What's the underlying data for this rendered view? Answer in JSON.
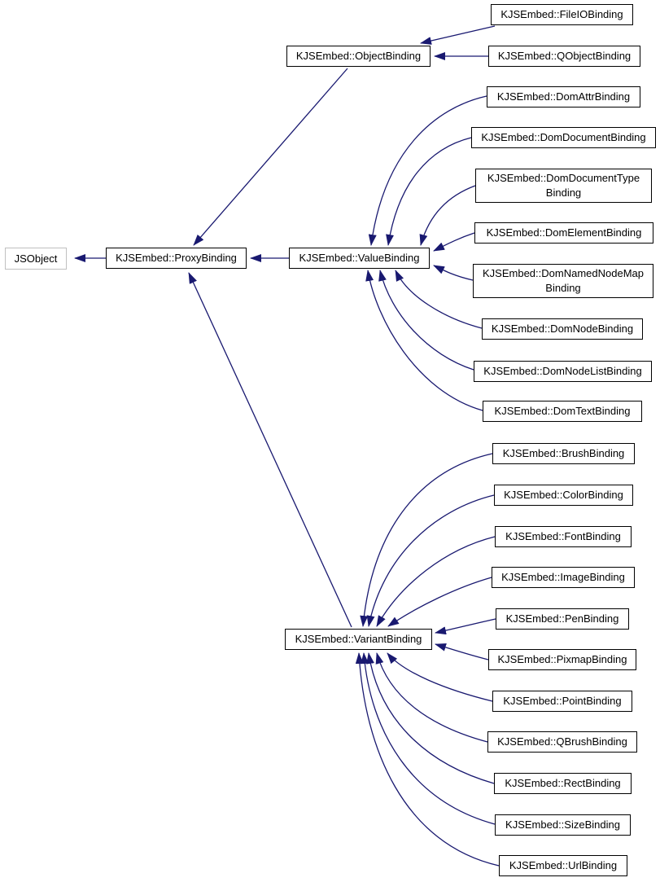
{
  "diagram": {
    "type": "inheritance-graph",
    "colors": {
      "edge": "#191970",
      "node_border": "#000000",
      "external_node_border": "#c0c0c0",
      "background": "#ffffff",
      "text": "#000000"
    }
  },
  "nodes": [
    {
      "id": "jsobject",
      "label": "JSObject",
      "external": true
    },
    {
      "id": "proxy-binding",
      "label": "KJSEmbed::ProxyBinding"
    },
    {
      "id": "object-binding",
      "label": "KJSEmbed::ObjectBinding"
    },
    {
      "id": "value-binding",
      "label": "KJSEmbed::ValueBinding"
    },
    {
      "id": "variant-binding",
      "label": "KJSEmbed::VariantBinding"
    },
    {
      "id": "fileio-binding",
      "label": "KJSEmbed::FileIOBinding"
    },
    {
      "id": "qobject-binding",
      "label": "KJSEmbed::QObjectBinding"
    },
    {
      "id": "domattr-binding",
      "label": "KJSEmbed::DomAttrBinding"
    },
    {
      "id": "domdocument-binding",
      "label": "KJSEmbed::DomDocumentBinding"
    },
    {
      "id": "domdocumenttype-binding",
      "label": "KJSEmbed::DomDocumentType\nBinding"
    },
    {
      "id": "domelement-binding",
      "label": "KJSEmbed::DomElementBinding"
    },
    {
      "id": "domnamednodemap-binding",
      "label": "KJSEmbed::DomNamedNodeMap\nBinding"
    },
    {
      "id": "domnode-binding",
      "label": "KJSEmbed::DomNodeBinding"
    },
    {
      "id": "domnodelist-binding",
      "label": "KJSEmbed::DomNodeListBinding"
    },
    {
      "id": "domtext-binding",
      "label": "KJSEmbed::DomTextBinding"
    },
    {
      "id": "brush-binding",
      "label": "KJSEmbed::BrushBinding"
    },
    {
      "id": "color-binding",
      "label": "KJSEmbed::ColorBinding"
    },
    {
      "id": "font-binding",
      "label": "KJSEmbed::FontBinding"
    },
    {
      "id": "image-binding",
      "label": "KJSEmbed::ImageBinding"
    },
    {
      "id": "pen-binding",
      "label": "KJSEmbed::PenBinding"
    },
    {
      "id": "pixmap-binding",
      "label": "KJSEmbed::PixmapBinding"
    },
    {
      "id": "point-binding",
      "label": "KJSEmbed::PointBinding"
    },
    {
      "id": "qbrush-binding",
      "label": "KJSEmbed::QBrushBinding"
    },
    {
      "id": "rect-binding",
      "label": "KJSEmbed::RectBinding"
    },
    {
      "id": "size-binding",
      "label": "KJSEmbed::SizeBinding"
    },
    {
      "id": "url-binding",
      "label": "KJSEmbed::UrlBinding"
    }
  ],
  "edges": [
    {
      "from": "proxy-binding",
      "to": "jsobject"
    },
    {
      "from": "value-binding",
      "to": "proxy-binding"
    },
    {
      "from": "object-binding",
      "to": "proxy-binding"
    },
    {
      "from": "variant-binding",
      "to": "proxy-binding"
    },
    {
      "from": "fileio-binding",
      "to": "object-binding"
    },
    {
      "from": "qobject-binding",
      "to": "object-binding"
    },
    {
      "from": "domattr-binding",
      "to": "value-binding"
    },
    {
      "from": "domdocument-binding",
      "to": "value-binding"
    },
    {
      "from": "domdocumenttype-binding",
      "to": "value-binding"
    },
    {
      "from": "domelement-binding",
      "to": "value-binding"
    },
    {
      "from": "domnamednodemap-binding",
      "to": "value-binding"
    },
    {
      "from": "domnode-binding",
      "to": "value-binding"
    },
    {
      "from": "domnodelist-binding",
      "to": "value-binding"
    },
    {
      "from": "domtext-binding",
      "to": "value-binding"
    },
    {
      "from": "brush-binding",
      "to": "variant-binding"
    },
    {
      "from": "color-binding",
      "to": "variant-binding"
    },
    {
      "from": "font-binding",
      "to": "variant-binding"
    },
    {
      "from": "image-binding",
      "to": "variant-binding"
    },
    {
      "from": "pen-binding",
      "to": "variant-binding"
    },
    {
      "from": "pixmap-binding",
      "to": "variant-binding"
    },
    {
      "from": "point-binding",
      "to": "variant-binding"
    },
    {
      "from": "qbrush-binding",
      "to": "variant-binding"
    },
    {
      "from": "rect-binding",
      "to": "variant-binding"
    },
    {
      "from": "size-binding",
      "to": "variant-binding"
    },
    {
      "from": "url-binding",
      "to": "variant-binding"
    }
  ]
}
